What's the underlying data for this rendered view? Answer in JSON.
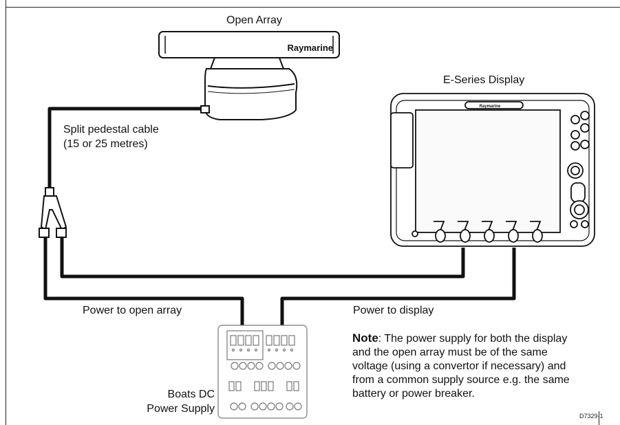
{
  "labels": {
    "open_array": "Open Array",
    "brand": "Raymarine",
    "e_series_display": "E-Series Display",
    "display_bezel_brand": "Raymarine",
    "pedestal_cable_line1": "Split pedestal cable",
    "pedestal_cable_line2": "(15 or 25 metres)",
    "power_to_open_array": "Power to open array",
    "power_to_display": "Power to display",
    "supply_line1": "Boats DC",
    "supply_line2": "Power Supply"
  },
  "note": {
    "heading": "Note",
    "text": ": The power supply for both the display and the open array must be of the same voltage (using a convertor if necessary) and from a common supply source e.g. the same battery or power breaker."
  },
  "figure_code": "D7329-1"
}
